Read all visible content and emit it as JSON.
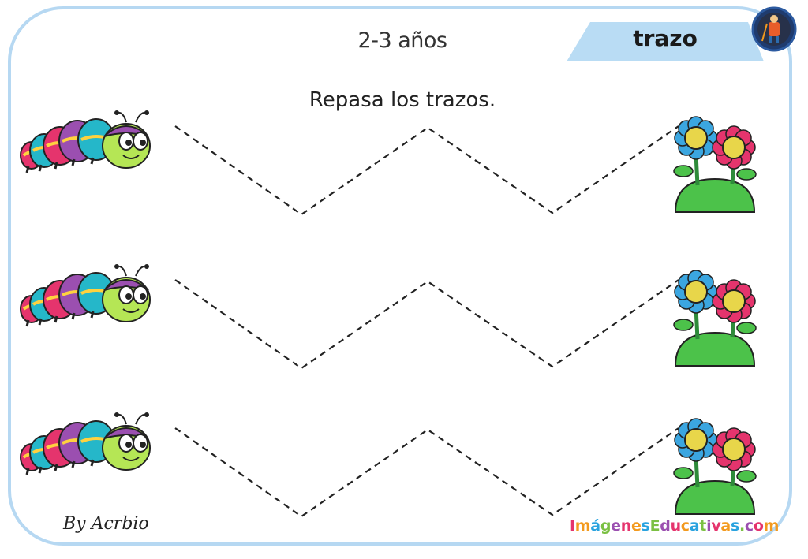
{
  "header": {
    "age_label": "2-3 años",
    "tab_label": "trazo",
    "tab_color": "#b9dcf4"
  },
  "instruction": "Repasa los trazos.",
  "rows": [
    {
      "name": "row-1"
    },
    {
      "name": "row-2"
    },
    {
      "name": "row-3"
    }
  ],
  "footer": {
    "author": "By Acrbio",
    "site": "ImágenesEducativas.com",
    "site_letter_colors": [
      "#e5346d",
      "#f39a1e",
      "#2aa3df",
      "#7bc043",
      "#9b4fb0",
      "#e5346d",
      "#f39a1e",
      "#2aa3df",
      "#7bc043",
      "#9b4fb0",
      "#e5346d",
      "#f39a1e",
      "#2aa3df",
      "#7bc043",
      "#9b4fb0",
      "#e5346d",
      "#f39a1e",
      "#2aa3df",
      "#7bc043",
      "#9b4fb0",
      "#e5346d",
      "#f39a1e"
    ]
  },
  "icons": {
    "caterpillar": "caterpillar-icon",
    "flowers": "flowers-icon",
    "logo": "logo-badge-icon"
  }
}
